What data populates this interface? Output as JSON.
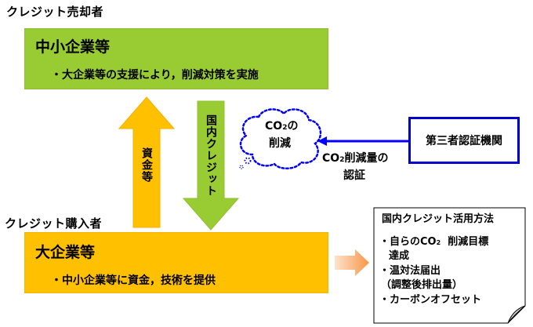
{
  "seller": {
    "label": "クレジット売却者",
    "box_title": "中小企業等",
    "box_desc": "・大企業等の支援により，削減対策を実施",
    "color": "#99cc33"
  },
  "buyer": {
    "label": "クレジット購入者",
    "box_title": "大企業等",
    "box_desc": "・中小企業等に資金，技術を提供",
    "color": "#ffc000"
  },
  "funds_arrow_label": "資金等",
  "credit_arrow_label": "国内クレジット",
  "co2_cloud": {
    "line1": "CO",
    "sub": "2",
    "line1_suffix": "の",
    "line2": "削減"
  },
  "certification": {
    "prefix": "CO",
    "sub": "2",
    "line1_suffix": "削減量の",
    "line2": "認証"
  },
  "third_party": "第三者認証機関",
  "usage": {
    "title": "国内クレジット活用方法",
    "item1_line1_pre": "・自らのCO",
    "item1_sub": "2",
    "item1_line1_post": "  削減目標",
    "item1_line2": "達成",
    "item2_line1": "・温対法届出",
    "item2_line2": "（調整後排出量）",
    "item3": "・カーボンオフセット"
  }
}
